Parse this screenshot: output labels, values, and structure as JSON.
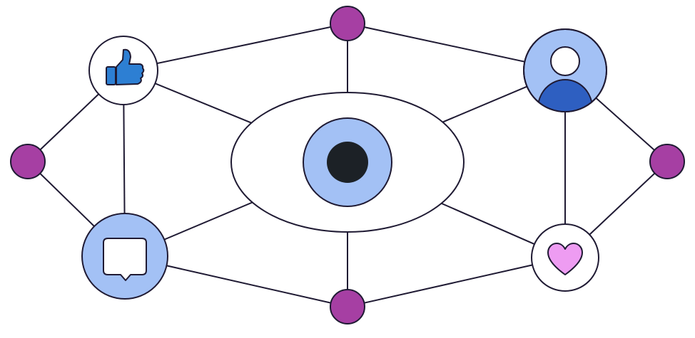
{
  "colors": {
    "stroke": "#1f1a33",
    "node_purple": "#a63fa3",
    "light_blue": "#a3c1f5",
    "deep_blue": "#2e5fc1",
    "thumb_blue": "#2d7fd3",
    "heart_pink": "#ee9cf2",
    "pupil": "#1c2126",
    "background": "#ffffff"
  },
  "diagram": {
    "center": "eye-icon",
    "nodes": [
      {
        "id": "top-dot",
        "kind": "dot"
      },
      {
        "id": "left-dot",
        "kind": "dot"
      },
      {
        "id": "right-dot",
        "kind": "dot"
      },
      {
        "id": "bottom-dot",
        "kind": "dot"
      },
      {
        "id": "like",
        "kind": "icon",
        "icon": "thumbs-up-icon"
      },
      {
        "id": "profile",
        "kind": "icon",
        "icon": "user-icon"
      },
      {
        "id": "comment",
        "kind": "icon",
        "icon": "chat-bubble-icon"
      },
      {
        "id": "heart",
        "kind": "icon",
        "icon": "heart-icon"
      }
    ],
    "edges": [
      [
        "top-dot",
        "like"
      ],
      [
        "top-dot",
        "profile"
      ],
      [
        "top-dot",
        "eye"
      ],
      [
        "like",
        "left-dot"
      ],
      [
        "like",
        "comment"
      ],
      [
        "like",
        "eye"
      ],
      [
        "left-dot",
        "comment"
      ],
      [
        "profile",
        "right-dot"
      ],
      [
        "profile",
        "heart"
      ],
      [
        "profile",
        "eye"
      ],
      [
        "right-dot",
        "heart"
      ],
      [
        "comment",
        "bottom-dot"
      ],
      [
        "comment",
        "eye"
      ],
      [
        "heart",
        "bottom-dot"
      ],
      [
        "heart",
        "eye"
      ],
      [
        "bottom-dot",
        "eye"
      ]
    ]
  }
}
